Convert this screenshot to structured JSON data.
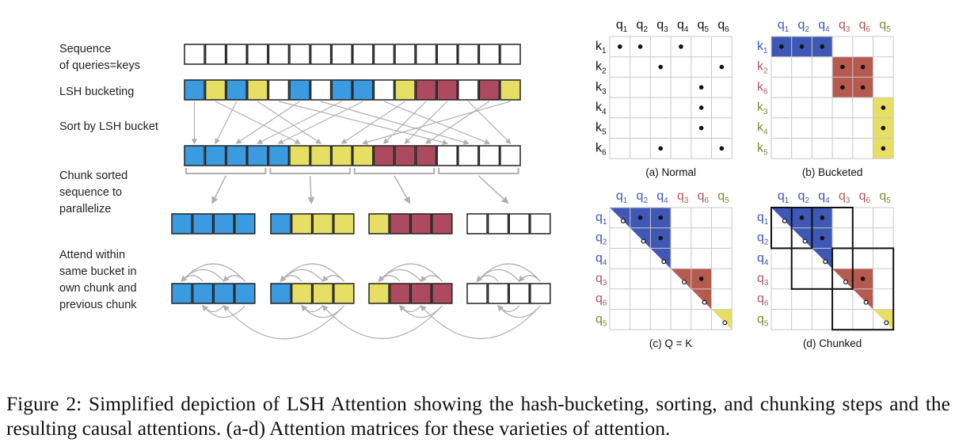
{
  "colors": {
    "blue": "#3a9be0",
    "yellow": "#e6df63",
    "red": "#ad4a5f",
    "white": "#ffffff",
    "matrix_blue": "#3f58b5",
    "matrix_red": "#b65a4f",
    "matrix_yellow": "#e7df63",
    "grid": "#c8c8c8",
    "arrow": "#b0b0b0",
    "label_blue": "#3f58b5",
    "label_red": "#b2585a",
    "label_olive": "#7f8a34"
  },
  "left": {
    "rows": [
      {
        "label_lines": [
          "Sequence",
          "of queries=keys"
        ]
      },
      {
        "label_lines": [
          "LSH bucketing"
        ]
      },
      {
        "label_lines": [
          "Sort by LSH bucket"
        ]
      },
      {
        "label_lines": [
          "Chunk sorted",
          "sequence to",
          "parallelize"
        ]
      },
      {
        "label_lines": [
          "Attend within",
          "same bucket in",
          "own chunk and",
          "previous chunk"
        ]
      }
    ],
    "sequence": [
      "white",
      "white",
      "white",
      "white",
      "white",
      "white",
      "white",
      "white",
      "white",
      "white",
      "white",
      "white",
      "white",
      "white",
      "white",
      "white"
    ],
    "bucketed": [
      "blue",
      "yellow",
      "blue",
      "yellow",
      "white",
      "blue",
      "white",
      "blue",
      "blue",
      "white",
      "yellow",
      "red",
      "red",
      "white",
      "red",
      "yellow"
    ],
    "sorted": [
      "blue",
      "blue",
      "blue",
      "blue",
      "blue",
      "yellow",
      "yellow",
      "yellow",
      "yellow",
      "red",
      "red",
      "red",
      "white",
      "white",
      "white",
      "white"
    ],
    "chunks": [
      [
        "blue",
        "blue",
        "blue",
        "blue"
      ],
      [
        "blue",
        "yellow",
        "yellow",
        "yellow"
      ],
      [
        "yellow",
        "red",
        "red",
        "red"
      ],
      [
        "white",
        "white",
        "white",
        "white"
      ]
    ]
  },
  "matrices": [
    {
      "caption": "(a) Normal",
      "cols": [
        {
          "q": "q",
          "sub": "1",
          "c": "plain"
        },
        {
          "q": "q",
          "sub": "2",
          "c": "plain"
        },
        {
          "q": "q",
          "sub": "3",
          "c": "plain"
        },
        {
          "q": "q",
          "sub": "4",
          "c": "plain"
        },
        {
          "q": "q",
          "sub": "5",
          "c": "plain"
        },
        {
          "q": "q",
          "sub": "6",
          "c": "plain"
        }
      ],
      "rows": [
        {
          "k": "k",
          "sub": "1",
          "c": "plain"
        },
        {
          "k": "k",
          "sub": "2",
          "c": "plain"
        },
        {
          "k": "k",
          "sub": "3",
          "c": "plain"
        },
        {
          "k": "k",
          "sub": "4",
          "c": "plain"
        },
        {
          "k": "k",
          "sub": "5",
          "c": "plain"
        },
        {
          "k": "k",
          "sub": "6",
          "c": "plain"
        }
      ],
      "dots": [
        [
          0,
          0
        ],
        [
          0,
          1
        ],
        [
          0,
          3
        ],
        [
          1,
          2
        ],
        [
          1,
          5
        ],
        [
          2,
          4
        ],
        [
          3,
          4
        ],
        [
          4,
          4
        ],
        [
          5,
          2
        ],
        [
          5,
          5
        ]
      ],
      "open_dots": [],
      "fills": []
    },
    {
      "caption": "(b) Bucketed",
      "cols": [
        {
          "q": "q",
          "sub": "1",
          "c": "blue"
        },
        {
          "q": "q",
          "sub": "2",
          "c": "blue"
        },
        {
          "q": "q",
          "sub": "4",
          "c": "blue"
        },
        {
          "q": "q",
          "sub": "3",
          "c": "red"
        },
        {
          "q": "q",
          "sub": "6",
          "c": "red"
        },
        {
          "q": "q",
          "sub": "5",
          "c": "olive"
        }
      ],
      "rows": [
        {
          "k": "k",
          "sub": "1",
          "c": "blue"
        },
        {
          "k": "k",
          "sub": "2",
          "c": "red"
        },
        {
          "k": "k",
          "sub": "6",
          "c": "red"
        },
        {
          "k": "k",
          "sub": "3",
          "c": "olive"
        },
        {
          "k": "k",
          "sub": "4",
          "c": "olive"
        },
        {
          "k": "k",
          "sub": "5",
          "c": "olive"
        }
      ],
      "dots": [
        [
          0,
          0
        ],
        [
          0,
          1
        ],
        [
          0,
          2
        ],
        [
          1,
          3
        ],
        [
          1,
          4
        ],
        [
          2,
          3
        ],
        [
          2,
          4
        ],
        [
          3,
          5
        ],
        [
          4,
          5
        ],
        [
          5,
          5
        ]
      ],
      "open_dots": [],
      "fills": [
        {
          "shape": "rect",
          "r0": 0,
          "c0": 0,
          "r1": 0,
          "c1": 2,
          "color": "matrix_blue"
        },
        {
          "shape": "rect",
          "r0": 1,
          "c0": 3,
          "r1": 2,
          "c1": 4,
          "color": "matrix_red"
        },
        {
          "shape": "rect",
          "r0": 3,
          "c0": 5,
          "r1": 5,
          "c1": 5,
          "color": "matrix_yellow"
        }
      ]
    },
    {
      "caption": "(c) Q = K",
      "cols": [
        {
          "q": "q",
          "sub": "1",
          "c": "blue"
        },
        {
          "q": "q",
          "sub": "2",
          "c": "blue"
        },
        {
          "q": "q",
          "sub": "4",
          "c": "blue"
        },
        {
          "q": "q",
          "sub": "3",
          "c": "red"
        },
        {
          "q": "q",
          "sub": "6",
          "c": "red"
        },
        {
          "q": "q",
          "sub": "5",
          "c": "olive"
        }
      ],
      "rows": [
        {
          "k": "q",
          "sub": "1",
          "c": "blue"
        },
        {
          "k": "q",
          "sub": "2",
          "c": "blue"
        },
        {
          "k": "q",
          "sub": "4",
          "c": "blue"
        },
        {
          "k": "q",
          "sub": "3",
          "c": "red"
        },
        {
          "k": "q",
          "sub": "6",
          "c": "red"
        },
        {
          "k": "q",
          "sub": "5",
          "c": "olive"
        }
      ],
      "dots": [
        [
          0,
          1
        ],
        [
          0,
          2
        ],
        [
          1,
          2
        ],
        [
          3,
          4
        ]
      ],
      "open_dots": [
        [
          0,
          0
        ],
        [
          1,
          1
        ],
        [
          2,
          2
        ],
        [
          3,
          3
        ],
        [
          4,
          4
        ],
        [
          5,
          5
        ]
      ],
      "fills": [
        {
          "shape": "tri",
          "r0": 0,
          "r1": 2,
          "color": "matrix_blue"
        },
        {
          "shape": "tri",
          "r0": 3,
          "r1": 4,
          "color": "matrix_red"
        },
        {
          "shape": "tri",
          "r0": 5,
          "r1": 5,
          "color": "matrix_yellow"
        }
      ],
      "boxes": []
    },
    {
      "caption": "(d) Chunked",
      "cols": [
        {
          "q": "q",
          "sub": "1",
          "c": "blue"
        },
        {
          "q": "q",
          "sub": "2",
          "c": "blue"
        },
        {
          "q": "q",
          "sub": "4",
          "c": "blue"
        },
        {
          "q": "q",
          "sub": "3",
          "c": "red"
        },
        {
          "q": "q",
          "sub": "6",
          "c": "red"
        },
        {
          "q": "q",
          "sub": "5",
          "c": "olive"
        }
      ],
      "rows": [
        {
          "k": "q",
          "sub": "1",
          "c": "blue"
        },
        {
          "k": "q",
          "sub": "2",
          "c": "blue"
        },
        {
          "k": "q",
          "sub": "4",
          "c": "blue"
        },
        {
          "k": "q",
          "sub": "3",
          "c": "red"
        },
        {
          "k": "q",
          "sub": "6",
          "c": "red"
        },
        {
          "k": "q",
          "sub": "5",
          "c": "olive"
        }
      ],
      "dots": [
        [
          0,
          1
        ],
        [
          0,
          2
        ],
        [
          1,
          2
        ],
        [
          3,
          4
        ]
      ],
      "open_dots": [
        [
          0,
          0
        ],
        [
          1,
          1
        ],
        [
          2,
          2
        ],
        [
          3,
          3
        ],
        [
          4,
          4
        ],
        [
          5,
          5
        ]
      ],
      "fills": [
        {
          "shape": "tri",
          "r0": 0,
          "r1": 2,
          "color": "matrix_blue"
        },
        {
          "shape": "tri",
          "r0": 3,
          "r1": 4,
          "color": "matrix_red"
        },
        {
          "shape": "tri",
          "r0": 5,
          "r1": 5,
          "color": "matrix_yellow"
        }
      ],
      "boxes": [
        {
          "r0": 0,
          "c0": 0,
          "r1": 1,
          "c1": 1
        },
        {
          "r0": 0,
          "c0": 1,
          "r1": 3,
          "c1": 3
        },
        {
          "r0": 2,
          "c0": 3,
          "r1": 5,
          "c1": 5
        }
      ]
    }
  ],
  "caption": "Figure 2: Simplified depiction of LSH Attention showing the hash-bucketing, sorting, and chunking steps and the resulting causal attentions. (a-d) Attention matrices for these varieties of attention."
}
